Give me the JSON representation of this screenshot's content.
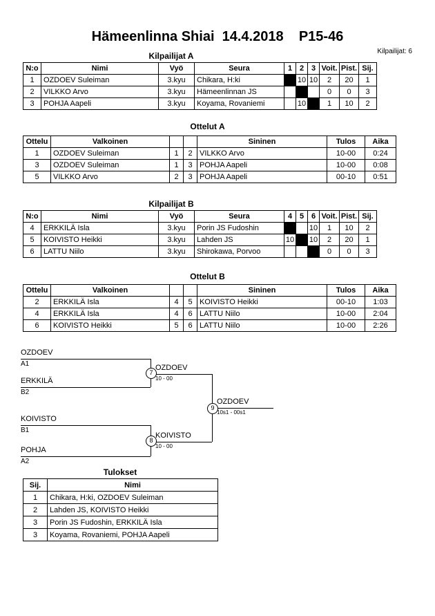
{
  "title": "Hämeenlinna Shiai  14.4.2018    P15-46",
  "competitors_label": "Kilpailijat: 6",
  "pool_a": {
    "heading": "Kilpailijat A",
    "headers": {
      "no": "N:o",
      "name": "Nimi",
      "belt": "Vyö",
      "club": "Seura",
      "c1": "1",
      "c2": "2",
      "c3": "3",
      "wins": "Voit.",
      "points": "Pist.",
      "place": "Sij."
    },
    "rows": [
      {
        "no": "1",
        "name": "OZDOEV Suleiman",
        "belt": "3.kyu",
        "club": "Chikara, H:ki",
        "v1": "",
        "v2": "10",
        "v3": "10",
        "wins": "2",
        "points": "20",
        "place": "1"
      },
      {
        "no": "2",
        "name": "VILKKO Arvo",
        "belt": "3.kyu",
        "club": "Hämeenlinnan JS",
        "v1": "",
        "v2": "",
        "v3": "",
        "wins": "0",
        "points": "0",
        "place": "3"
      },
      {
        "no": "3",
        "name": "POHJA Aapeli",
        "belt": "3.kyu",
        "club": "Koyama, Rovaniemi",
        "v1": "",
        "v2": "10",
        "v3": "",
        "wins": "1",
        "points": "10",
        "place": "2"
      }
    ]
  },
  "matches_a": {
    "heading": "Ottelut A",
    "headers": {
      "match": "Ottelu",
      "white": "Valkoinen",
      "blue": "Sininen",
      "result": "Tulos",
      "time": "Aika"
    },
    "rows": [
      {
        "no": "1",
        "white": "OZDOEV Suleiman",
        "wn": "1",
        "bn": "2",
        "blue": "VILKKO Arvo",
        "result": "10-00",
        "time": "0:24"
      },
      {
        "no": "3",
        "white": "OZDOEV Suleiman",
        "wn": "1",
        "bn": "3",
        "blue": "POHJA Aapeli",
        "result": "10-00",
        "time": "0:08"
      },
      {
        "no": "5",
        "white": "VILKKO Arvo",
        "wn": "2",
        "bn": "3",
        "blue": "POHJA Aapeli",
        "result": "00-10",
        "time": "0:51"
      }
    ]
  },
  "pool_b": {
    "heading": "Kilpailijat B",
    "headers": {
      "no": "N:o",
      "name": "Nimi",
      "belt": "Vyö",
      "club": "Seura",
      "c1": "4",
      "c2": "5",
      "c3": "6",
      "wins": "Voit.",
      "points": "Pist.",
      "place": "Sij."
    },
    "rows": [
      {
        "no": "4",
        "name": "ERKKILÄ Isla",
        "belt": "3.kyu",
        "club": "Porin JS Fudoshin",
        "v1": "",
        "v2": "",
        "v3": "10",
        "wins": "1",
        "points": "10",
        "place": "2"
      },
      {
        "no": "5",
        "name": "KOIVISTO Heikki",
        "belt": "3.kyu",
        "club": "Lahden JS",
        "v1": "10",
        "v2": "",
        "v3": "10",
        "wins": "2",
        "points": "20",
        "place": "1"
      },
      {
        "no": "6",
        "name": "LATTU Niilo",
        "belt": "3.kyu",
        "club": "Shirokawa, Porvoo",
        "v1": "",
        "v2": "",
        "v3": "",
        "wins": "0",
        "points": "0",
        "place": "3"
      }
    ]
  },
  "matches_b": {
    "heading": "Ottelut B",
    "headers": {
      "match": "Ottelu",
      "white": "Valkoinen",
      "blue": "Sininen",
      "result": "Tulos",
      "time": "Aika"
    },
    "rows": [
      {
        "no": "2",
        "white": "ERKKILÄ Isla",
        "wn": "4",
        "bn": "5",
        "blue": "KOIVISTO Heikki",
        "result": "00-10",
        "time": "1:03"
      },
      {
        "no": "4",
        "white": "ERKKILÄ Isla",
        "wn": "4",
        "bn": "6",
        "blue": "LATTU Niilo",
        "result": "10-00",
        "time": "2:04"
      },
      {
        "no": "6",
        "white": "KOIVISTO Heikki",
        "wn": "5",
        "bn": "6",
        "blue": "LATTU Niilo",
        "result": "10-00",
        "time": "2:26"
      }
    ]
  },
  "bracket": {
    "semi1": {
      "top_name": "OZDOEV",
      "top_seed": "A1",
      "bottom_name": "ERKKILÄ",
      "bottom_seed": "B2",
      "match_no": "7",
      "winner": "OZDOEV",
      "score": "10 - 00"
    },
    "semi2": {
      "top_name": "KOIVISTO",
      "top_seed": "B1",
      "bottom_name": "POHJA",
      "bottom_seed": "A2",
      "match_no": "8",
      "winner": "KOIVISTO",
      "score": "10 - 00"
    },
    "final": {
      "match_no": "9",
      "winner": "OZDOEV",
      "score": "10s1 - 00s1"
    }
  },
  "results": {
    "heading": "Tulokset",
    "headers": {
      "place": "Sij.",
      "name": "Nimi"
    },
    "rows": [
      {
        "place": "1",
        "name": "Chikara, H:ki, OZDOEV Suleiman"
      },
      {
        "place": "2",
        "name": "Lahden JS, KOIVISTO Heikki"
      },
      {
        "place": "3",
        "name": "Porin JS Fudoshin, ERKKILÄ Isla"
      },
      {
        "place": "3",
        "name": "Koyama, Rovaniemi, POHJA Aapeli"
      }
    ]
  }
}
